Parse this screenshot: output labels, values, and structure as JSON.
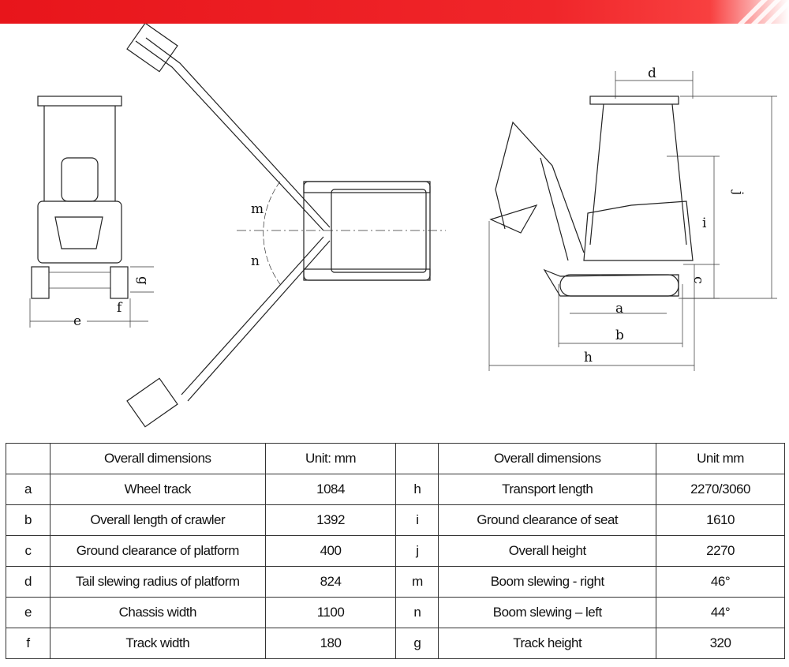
{
  "drawing_labels": {
    "a": "a",
    "b": "b",
    "c": "c",
    "d": "d",
    "e": "e",
    "f": "f",
    "g": "g",
    "h": "h",
    "i": "i",
    "j": "j",
    "m": "m",
    "n": "n"
  },
  "table": {
    "header": [
      "",
      "Overall dimensions",
      "Unit: mm",
      "",
      "Overall dimensions",
      "Unit mm"
    ],
    "rows": [
      [
        "a",
        "Wheel track",
        "1084",
        "h",
        "Transport length",
        "2270/3060"
      ],
      [
        "b",
        "Overall length of crawler",
        "1392",
        "i",
        "Ground clearance of seat",
        "1610"
      ],
      [
        "c",
        "Ground clearance of platform",
        "400",
        "j",
        "Overall height",
        "2270"
      ],
      [
        "d",
        "Tail slewing radius of platform",
        "824",
        "m",
        "Boom slewing - right",
        "46°"
      ],
      [
        "e",
        "Chassis width",
        "1100",
        "n",
        "Boom slewing – left",
        "44°"
      ],
      [
        "f",
        "Track width",
        "180",
        "g",
        "Track height",
        "320"
      ]
    ]
  }
}
